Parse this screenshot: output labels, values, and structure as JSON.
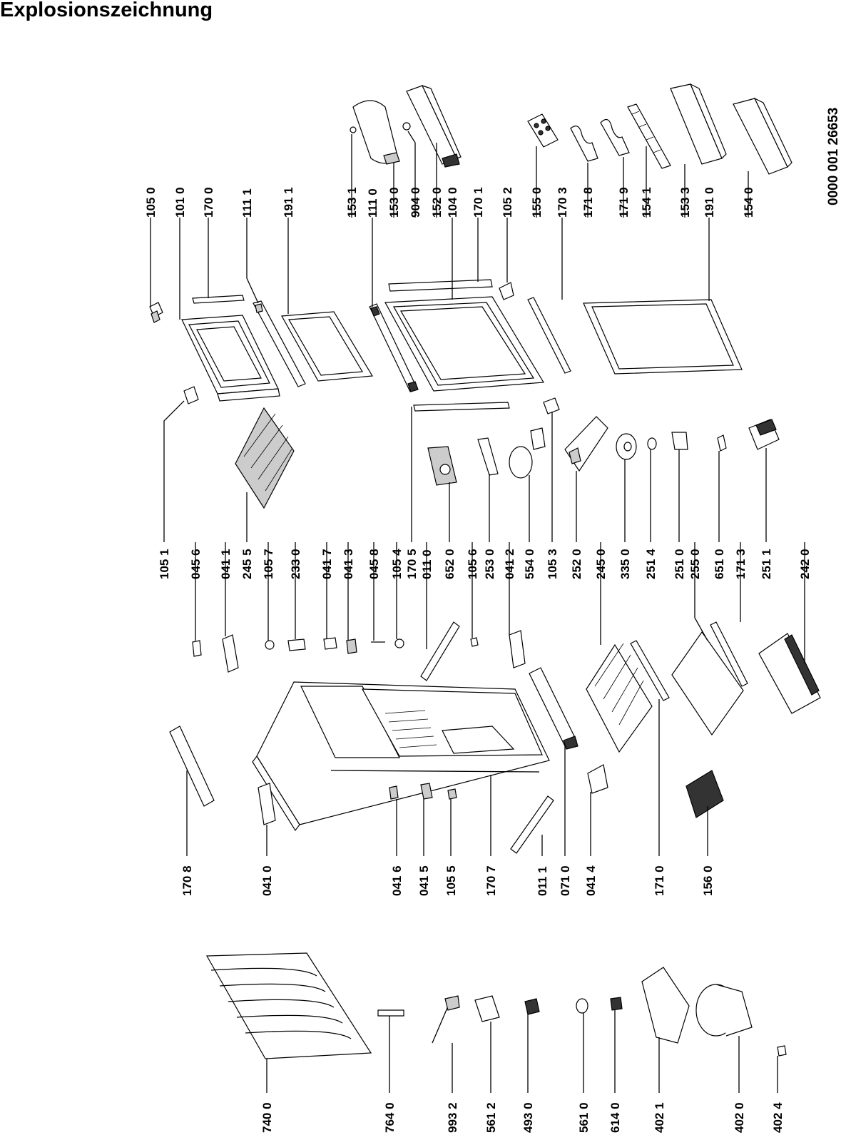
{
  "header": {
    "title": "Explosionszeichnung"
  },
  "document_number": "0000 001 26653",
  "callouts": [
    {
      "id": "105-0",
      "label": "105 0"
    },
    {
      "id": "101-0",
      "label": "101 0"
    },
    {
      "id": "170-0",
      "label": "170 0"
    },
    {
      "id": "111-1",
      "label": "111 1"
    },
    {
      "id": "191-1",
      "label": "191 1"
    },
    {
      "id": "153-1",
      "label": "153 1"
    },
    {
      "id": "111-0",
      "label": "111 0"
    },
    {
      "id": "153-0",
      "label": "153 0"
    },
    {
      "id": "904-0",
      "label": "904 0"
    },
    {
      "id": "152-0",
      "label": "152 0"
    },
    {
      "id": "104-0",
      "label": "104 0"
    },
    {
      "id": "170-1",
      "label": "170 1"
    },
    {
      "id": "105-2",
      "label": "105 2"
    },
    {
      "id": "155-0",
      "label": "155 0"
    },
    {
      "id": "170-3",
      "label": "170 3"
    },
    {
      "id": "171-8",
      "label": "171 8"
    },
    {
      "id": "171-9",
      "label": "171 9"
    },
    {
      "id": "154-1",
      "label": "154 1"
    },
    {
      "id": "153-3",
      "label": "153 3"
    },
    {
      "id": "191-0",
      "label": "191 0"
    },
    {
      "id": "154-0",
      "label": "154 0"
    },
    {
      "id": "105-1",
      "label": "105 1"
    },
    {
      "id": "045-6",
      "label": "045 6"
    },
    {
      "id": "041-1",
      "label": "041 1"
    },
    {
      "id": "245-5",
      "label": "245 5"
    },
    {
      "id": "105-7",
      "label": "105 7"
    },
    {
      "id": "233-0",
      "label": "233 0"
    },
    {
      "id": "041-7",
      "label": "041 7"
    },
    {
      "id": "041-3",
      "label": "041 3"
    },
    {
      "id": "045-8",
      "label": "045 8"
    },
    {
      "id": "105-4",
      "label": "105 4"
    },
    {
      "id": "170-5",
      "label": "170 5"
    },
    {
      "id": "011-0",
      "label": "011 0"
    },
    {
      "id": "652-0",
      "label": "652 0"
    },
    {
      "id": "105-6",
      "label": "105 6"
    },
    {
      "id": "253-0",
      "label": "253 0"
    },
    {
      "id": "041-2",
      "label": "041 2"
    },
    {
      "id": "554-0",
      "label": "554 0"
    },
    {
      "id": "105-3",
      "label": "105 3"
    },
    {
      "id": "252-0",
      "label": "252 0"
    },
    {
      "id": "245-0",
      "label": "245 0"
    },
    {
      "id": "335-0",
      "label": "335 0"
    },
    {
      "id": "251-4",
      "label": "251 4"
    },
    {
      "id": "251-0",
      "label": "251 0"
    },
    {
      "id": "255-0",
      "label": "255 0"
    },
    {
      "id": "651-0",
      "label": "651 0"
    },
    {
      "id": "171-3",
      "label": "171 3"
    },
    {
      "id": "251-1",
      "label": "251 1"
    },
    {
      "id": "242-0",
      "label": "242 0"
    },
    {
      "id": "170-8",
      "label": "170 8"
    },
    {
      "id": "041-0",
      "label": "041 0"
    },
    {
      "id": "041-6",
      "label": "041 6"
    },
    {
      "id": "041-5",
      "label": "041 5"
    },
    {
      "id": "105-5",
      "label": "105 5"
    },
    {
      "id": "170-7",
      "label": "170 7"
    },
    {
      "id": "011-1",
      "label": "011 1"
    },
    {
      "id": "071-0",
      "label": "071 0"
    },
    {
      "id": "041-4",
      "label": "041 4"
    },
    {
      "id": "171-0",
      "label": "171 0"
    },
    {
      "id": "156-0",
      "label": "156 0"
    },
    {
      "id": "740-0",
      "label": "740 0"
    },
    {
      "id": "764-0",
      "label": "764 0"
    },
    {
      "id": "993-2",
      "label": "993 2"
    },
    {
      "id": "561-2",
      "label": "561 2"
    },
    {
      "id": "493-0",
      "label": "493 0"
    },
    {
      "id": "561-0",
      "label": "561 0"
    },
    {
      "id": "614-0",
      "label": "614 0"
    },
    {
      "id": "402-1",
      "label": "402 1"
    },
    {
      "id": "402-0",
      "label": "402 0"
    },
    {
      "id": "402-4",
      "label": "402 4"
    }
  ]
}
